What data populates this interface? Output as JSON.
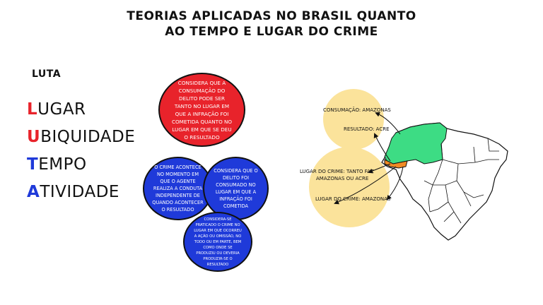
{
  "title": {
    "line1": "TEORIAS APLICADAS NO BRASIL QUANTO",
    "line2": "AO TEMPO E LUGAR DO CRIME"
  },
  "luta": {
    "label": "LUTA",
    "items": [
      {
        "letter": "L",
        "rest": "UGAR",
        "color": "#e8232b"
      },
      {
        "letter": "U",
        "rest": "BIQUIDADE",
        "color": "#e8232b"
      },
      {
        "letter": "T",
        "rest": "EMPO",
        "color": "#1f3ad9"
      },
      {
        "letter": "A",
        "rest": "TIVIDADE",
        "color": "#1f3ad9"
      }
    ]
  },
  "circles": {
    "ubiquidade": "CONSIDERA QUE A CONSUMAÇÃO DO DELITO PODE SER TANTO NO LUGAR EM QUE A INFRAÇÃO FOI COMETIDA QUANTO NO LUGAR EM QUE SE DEU O RESULTADO",
    "atividade": "O CRIME ACONTECE NO MOMENTO EM QUE O AGENTE REALIZA A CONDUTA INDEPENDENTE DE QUANDO ACONTECER O RESULTADO",
    "resultado": "CONSIDERA QUE O DELITO FOI CONSUMADO NO LUGAR EM QUE A INFRAÇÃO FOI COMETIDA",
    "mista": "CONSIDERA-SE PRATICADO O CRIME NO LUGAR EM QUE OCORREU A AÇÃO OU OMISSÃO, NO TODO OU EM PARTE, BEM COMO ONDE SE PRODUZIU OU DEVERIA PRODUZIR-SE O RESULTADO"
  },
  "map": {
    "upper": {
      "consumacao": "CONSUMAÇÃO: AMAZONAS",
      "resultado": "RESULTADO: ACRE"
    },
    "lower": {
      "line1": "LUGAR DO CRIME: TANTO FAZ",
      "line2": "AMAZONAS OU ACRE",
      "line3": "LUGAR DO CRIME: AMAZONAS"
    },
    "colors": {
      "amazonas": "#3ddc84",
      "acre": "#f08a24",
      "bubble": "#fbe39b"
    }
  }
}
